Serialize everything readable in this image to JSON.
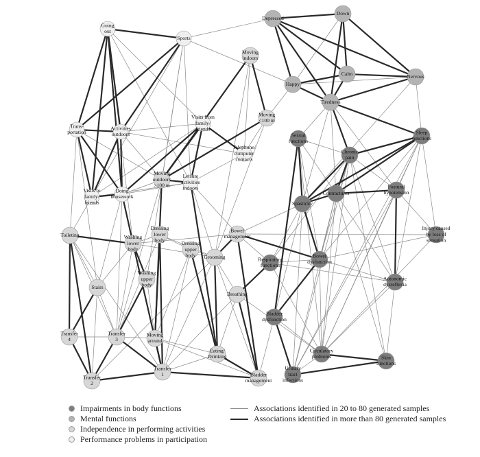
{
  "colors": {
    "body": "#7d7d7d",
    "mental": "#b4b4b4",
    "activity": "#d7d7d7",
    "participation": "#efefef",
    "thin_edge": "#8a8a8a",
    "thick_edge": "#2a2a2a"
  },
  "nodes": [
    {
      "id": "going_out",
      "label": [
        "Going",
        "out"
      ],
      "cat": "participation"
    },
    {
      "id": "sports",
      "label": [
        "Sports"
      ],
      "cat": "participation"
    },
    {
      "id": "transportation",
      "label": [
        "Trans-",
        "portation"
      ],
      "cat": "participation"
    },
    {
      "id": "activities_outdoors",
      "label": [
        "Activities",
        "outdoors"
      ],
      "cat": "participation"
    },
    {
      "id": "visits_to",
      "label": [
        "Visits to",
        "family/",
        "friends"
      ],
      "cat": "participation"
    },
    {
      "id": "doing_housework",
      "label": [
        "Doing",
        "housework"
      ],
      "cat": "participation"
    },
    {
      "id": "visits_from",
      "label": [
        "Visits from",
        "family/",
        "friends"
      ],
      "cat": "participation"
    },
    {
      "id": "moving_outdoors",
      "label": [
        "Moving",
        "outdoors",
        ">100 m"
      ],
      "cat": "activity"
    },
    {
      "id": "leisure",
      "label": [
        "Leisure",
        "activities",
        "indoors"
      ],
      "cat": "participation"
    },
    {
      "id": "telephone",
      "label": [
        "Telephone/",
        "computer",
        "contacts"
      ],
      "cat": "participation"
    },
    {
      "id": "moving_indoors",
      "label": [
        "Moving",
        "indoors"
      ],
      "cat": "activity"
    },
    {
      "id": "moving_100",
      "label": [
        "Moving",
        "<100 m"
      ],
      "cat": "activity"
    },
    {
      "id": "depressed",
      "label": [
        "Depressed"
      ],
      "cat": "mental"
    },
    {
      "id": "down",
      "label": [
        "Down"
      ],
      "cat": "mental"
    },
    {
      "id": "happy",
      "label": [
        "Happy"
      ],
      "cat": "mental"
    },
    {
      "id": "calm",
      "label": [
        "Calm"
      ],
      "cat": "mental"
    },
    {
      "id": "nervous",
      "label": [
        "Nervous"
      ],
      "cat": "mental"
    },
    {
      "id": "tiredness",
      "label": [
        "Tiredness"
      ],
      "cat": "mental"
    },
    {
      "id": "sleep",
      "label": [
        "Sleep",
        "functions"
      ],
      "cat": "body"
    },
    {
      "id": "sexual",
      "label": [
        "Sexual",
        "functions"
      ],
      "cat": "body"
    },
    {
      "id": "chronic_pain",
      "label": [
        "Chronic",
        "pain"
      ],
      "cat": "body"
    },
    {
      "id": "contractures",
      "label": [
        "Contractures"
      ],
      "cat": "body"
    },
    {
      "id": "spasticity",
      "label": [
        "Spasticity"
      ],
      "cat": "body"
    },
    {
      "id": "postural",
      "label": [
        "Postural",
        "hypotension"
      ],
      "cat": "body"
    },
    {
      "id": "injury",
      "label": [
        "Injury caused",
        "by loss of",
        "sensation"
      ],
      "cat": "body"
    },
    {
      "id": "toileting",
      "label": [
        "Toileting"
      ],
      "cat": "activity"
    },
    {
      "id": "washing_lower",
      "label": [
        "Washing",
        "lower",
        "body"
      ],
      "cat": "activity"
    },
    {
      "id": "dressing_lower",
      "label": [
        "Dressing",
        "lower",
        "body"
      ],
      "cat": "activity"
    },
    {
      "id": "dressing_upper",
      "label": [
        "Dressing",
        "upper",
        "body"
      ],
      "cat": "activity"
    },
    {
      "id": "grooming",
      "label": [
        "Grooming"
      ],
      "cat": "activity"
    },
    {
      "id": "bowel_mgmt",
      "label": [
        "Bowel",
        "management"
      ],
      "cat": "activity"
    },
    {
      "id": "respiratory",
      "label": [
        "Respiratory",
        "functions"
      ],
      "cat": "body"
    },
    {
      "id": "bowel_dys",
      "label": [
        "Bowel",
        "dysfunction"
      ],
      "cat": "body"
    },
    {
      "id": "autonomic",
      "label": [
        "Autonomic",
        "dysreflexia"
      ],
      "cat": "body"
    },
    {
      "id": "stairs",
      "label": [
        "Stairs"
      ],
      "cat": "activity"
    },
    {
      "id": "washing_upper",
      "label": [
        "Washing",
        "upper",
        "body"
      ],
      "cat": "activity"
    },
    {
      "id": "breathing",
      "label": [
        "Breathing"
      ],
      "cat": "activity"
    },
    {
      "id": "bladder_dys",
      "label": [
        "Bladder",
        "dysfunction"
      ],
      "cat": "body"
    },
    {
      "id": "transfer4",
      "label": [
        "Transfer",
        "4"
      ],
      "cat": "activity"
    },
    {
      "id": "transfer3",
      "label": [
        "Transfer",
        "3"
      ],
      "cat": "activity"
    },
    {
      "id": "moving_around",
      "label": [
        "Moving",
        "around"
      ],
      "cat": "activity"
    },
    {
      "id": "eating",
      "label": [
        "Eating/",
        "Drinking"
      ],
      "cat": "activity"
    },
    {
      "id": "circulatory",
      "label": [
        "Circulatory",
        "problems"
      ],
      "cat": "body"
    },
    {
      "id": "skin",
      "label": [
        "Skin",
        "functions"
      ],
      "cat": "body"
    },
    {
      "id": "transfer2",
      "label": [
        "Transfer",
        "2"
      ],
      "cat": "activity"
    },
    {
      "id": "transfer1",
      "label": [
        "Transfer",
        "1"
      ],
      "cat": "activity"
    },
    {
      "id": "bladder_mgmt",
      "label": [
        "Bladder",
        "management"
      ],
      "cat": "activity"
    },
    {
      "id": "uti",
      "label": [
        "Urinary",
        "tract",
        "infections"
      ],
      "cat": "body"
    }
  ],
  "edges": [
    [
      "going_out",
      "sports",
      1
    ],
    [
      "going_out",
      "transportation",
      1
    ],
    [
      "going_out",
      "activities_outdoors",
      1
    ],
    [
      "going_out",
      "visits_to",
      1
    ],
    [
      "going_out",
      "doing_housework",
      1
    ],
    [
      "going_out",
      "visits_from",
      0
    ],
    [
      "going_out",
      "leisure",
      0
    ],
    [
      "going_out",
      "washing_lower",
      0
    ],
    [
      "sports",
      "transportation",
      1
    ],
    [
      "sports",
      "activities_outdoors",
      1
    ],
    [
      "sports",
      "depressed",
      0
    ],
    [
      "sports",
      "leisure",
      0
    ],
    [
      "sports",
      "visits_to",
      0
    ],
    [
      "sports",
      "moving_outdoors",
      0
    ],
    [
      "sports",
      "washing_upper",
      0
    ],
    [
      "sports",
      "happy",
      0
    ],
    [
      "transportation",
      "activities_outdoors",
      1
    ],
    [
      "transportation",
      "visits_to",
      1
    ],
    [
      "transportation",
      "doing_housework",
      1
    ],
    [
      "transportation",
      "toileting",
      0
    ],
    [
      "transportation",
      "stairs",
      0
    ],
    [
      "transportation",
      "moving_outdoors",
      0
    ],
    [
      "activities_outdoors",
      "visits_to",
      1
    ],
    [
      "activities_outdoors",
      "doing_housework",
      1
    ],
    [
      "activities_outdoors",
      "telephone",
      0
    ],
    [
      "activities_outdoors",
      "visits_from",
      0
    ],
    [
      "activities_outdoors",
      "moving_outdoors",
      0
    ],
    [
      "visits_to",
      "doing_housework",
      1
    ],
    [
      "visits_to",
      "toileting",
      0
    ],
    [
      "visits_to",
      "visits_from",
      0
    ],
    [
      "visits_to",
      "leisure",
      0
    ],
    [
      "doing_housework",
      "washing_lower",
      1
    ],
    [
      "doing_housework",
      "moving_outdoors",
      0
    ],
    [
      "doing_housework",
      "stairs",
      0
    ],
    [
      "doing_housework",
      "transfer3",
      0
    ],
    [
      "doing_housework",
      "leisure",
      0
    ],
    [
      "visits_from",
      "leisure",
      1
    ],
    [
      "visits_from",
      "telephone",
      1
    ],
    [
      "visits_from",
      "moving_outdoors",
      1
    ],
    [
      "visits_from",
      "doing_housework",
      1
    ],
    [
      "moving_outdoors",
      "leisure",
      1
    ],
    [
      "moving_outdoors",
      "moving_around",
      1
    ],
    [
      "moving_outdoors",
      "moving_100",
      1
    ],
    [
      "moving_outdoors",
      "dressing_lower",
      0
    ],
    [
      "moving_outdoors",
      "transfer3",
      0
    ],
    [
      "leisure",
      "eating",
      1
    ],
    [
      "leisure",
      "telephone",
      0
    ],
    [
      "leisure",
      "grooming",
      0
    ],
    [
      "leisure",
      "bowel_mgmt",
      0
    ],
    [
      "moving_indoors",
      "moving_100",
      1
    ],
    [
      "moving_indoors",
      "moving_outdoors",
      1
    ],
    [
      "moving_indoors",
      "telephone",
      0
    ],
    [
      "moving_indoors",
      "grooming",
      0
    ],
    [
      "moving_100",
      "telephone",
      0
    ],
    [
      "moving_100",
      "grooming",
      0
    ],
    [
      "depressed",
      "down",
      1
    ],
    [
      "depressed",
      "happy",
      1
    ],
    [
      "depressed",
      "calm",
      1
    ],
    [
      "depressed",
      "nervous",
      1
    ],
    [
      "depressed",
      "tiredness",
      1
    ],
    [
      "down",
      "calm",
      1
    ],
    [
      "down",
      "nervous",
      1
    ],
    [
      "down",
      "tiredness",
      1
    ],
    [
      "down",
      "happy",
      0
    ],
    [
      "happy",
      "calm",
      1
    ],
    [
      "happy",
      "tiredness",
      1
    ],
    [
      "happy",
      "nervous",
      0
    ],
    [
      "happy",
      "moving_100",
      0
    ],
    [
      "calm",
      "nervous",
      1
    ],
    [
      "calm",
      "tiredness",
      1
    ],
    [
      "nervous",
      "tiredness",
      1
    ],
    [
      "nervous",
      "sleep",
      0
    ],
    [
      "nervous",
      "spasticity",
      0
    ],
    [
      "tiredness",
      "sleep",
      1
    ],
    [
      "tiredness",
      "chronic_pain",
      1
    ],
    [
      "tiredness",
      "contractures",
      0
    ],
    [
      "tiredness",
      "spasticity",
      0
    ],
    [
      "tiredness",
      "sexual",
      0
    ],
    [
      "tiredness",
      "autonomic",
      0
    ],
    [
      "tiredness",
      "postural",
      0
    ],
    [
      "sleep",
      "chronic_pain",
      1
    ],
    [
      "sleep",
      "contractures",
      1
    ],
    [
      "sleep",
      "spasticity",
      1
    ],
    [
      "sleep",
      "autonomic",
      0
    ],
    [
      "sleep",
      "injury",
      0
    ],
    [
      "sleep",
      "postural",
      0
    ],
    [
      "sleep",
      "bowel_dys",
      0
    ],
    [
      "sleep",
      "uti",
      0
    ],
    [
      "sleep",
      "circulatory",
      0
    ],
    [
      "sexual",
      "spasticity",
      1
    ],
    [
      "sexual",
      "bladder_dys",
      1
    ],
    [
      "sexual",
      "contractures",
      0
    ],
    [
      "sexual",
      "bowel_dys",
      0
    ],
    [
      "sexual",
      "chronic_pain",
      0
    ],
    [
      "sexual",
      "circulatory",
      0
    ],
    [
      "chronic_pain",
      "contractures",
      1
    ],
    [
      "chronic_pain",
      "spasticity",
      1
    ],
    [
      "chronic_pain",
      "postural",
      0
    ],
    [
      "chronic_pain",
      "respiratory",
      0
    ],
    [
      "chronic_pain",
      "bowel_dys",
      0
    ],
    [
      "chronic_pain",
      "circulatory",
      0
    ],
    [
      "chronic_pain",
      "skin",
      0
    ],
    [
      "chronic_pain",
      "uti",
      0
    ],
    [
      "contractures",
      "spasticity",
      1
    ],
    [
      "contractures",
      "postural",
      1
    ],
    [
      "contractures",
      "bowel_dys",
      0
    ],
    [
      "contractures",
      "autonomic",
      0
    ],
    [
      "contractures",
      "uti",
      0
    ],
    [
      "contractures",
      "skin",
      0
    ],
    [
      "contractures",
      "circulatory",
      0
    ],
    [
      "spasticity",
      "bowel_dys",
      1
    ],
    [
      "spasticity",
      "respiratory",
      0
    ],
    [
      "spasticity",
      "bladder_dys",
      0
    ],
    [
      "spasticity",
      "uti",
      0
    ],
    [
      "spasticity",
      "bowel_mgmt",
      0
    ],
    [
      "postural",
      "autonomic",
      1
    ],
    [
      "postural",
      "circulatory",
      0
    ],
    [
      "postural",
      "injury",
      0
    ],
    [
      "postural",
      "uti",
      0
    ],
    [
      "injury",
      "bowel_mgmt",
      0
    ],
    [
      "injury",
      "circulatory",
      0
    ],
    [
      "toileting",
      "washing_lower",
      1
    ],
    [
      "toileting",
      "transfer4",
      1
    ],
    [
      "toileting",
      "transfer2",
      1
    ],
    [
      "toileting",
      "stairs",
      0
    ],
    [
      "toileting",
      "transfer3",
      0
    ],
    [
      "toileting",
      "transfer1",
      0
    ],
    [
      "washing_lower",
      "washing_upper",
      1
    ],
    [
      "washing_lower",
      "dressing_lower",
      0
    ],
    [
      "washing_lower",
      "grooming",
      0
    ],
    [
      "washing_lower",
      "stairs",
      0
    ],
    [
      "washing_lower",
      "transfer3",
      0
    ],
    [
      "washing_lower",
      "transfer1",
      1
    ],
    [
      "dressing_lower",
      "dressing_upper",
      0
    ],
    [
      "dressing_lower",
      "transfer1",
      1
    ],
    [
      "dressing_lower",
      "transfer3",
      0
    ],
    [
      "dressing_lower",
      "moving_around",
      1
    ],
    [
      "dressing_lower",
      "grooming",
      0
    ],
    [
      "dressing_upper",
      "eating",
      1
    ],
    [
      "dressing_upper",
      "grooming",
      0
    ],
    [
      "dressing_upper",
      "transfer1",
      0
    ],
    [
      "dressing_upper",
      "moving_around",
      0
    ],
    [
      "grooming",
      "bowel_mgmt",
      1
    ],
    [
      "grooming",
      "eating",
      1
    ],
    [
      "grooming",
      "breathing",
      0
    ],
    [
      "grooming",
      "transfer1",
      0
    ],
    [
      "grooming",
      "transfer2",
      0
    ],
    [
      "grooming",
      "bladder_mgmt",
      0
    ],
    [
      "bowel_mgmt",
      "bowel_dys",
      1
    ],
    [
      "bowel_mgmt",
      "respiratory",
      0
    ],
    [
      "bowel_mgmt",
      "bladder_mgmt",
      1
    ],
    [
      "bowel_mgmt",
      "washing_lower",
      0
    ],
    [
      "respiratory",
      "breathing",
      1
    ],
    [
      "respiratory",
      "bowel_dys",
      0
    ],
    [
      "respiratory",
      "autonomic",
      0
    ],
    [
      "respiratory",
      "circulatory",
      0
    ],
    [
      "bowel_dys",
      "bladder_dys",
      1
    ],
    [
      "bowel_dys",
      "autonomic",
      0
    ],
    [
      "bowel_dys",
      "circulatory",
      0
    ],
    [
      "bowel_dys",
      "injury",
      0
    ],
    [
      "autonomic",
      "circulatory",
      0
    ],
    [
      "autonomic",
      "skin",
      0
    ],
    [
      "stairs",
      "transfer4",
      1
    ],
    [
      "stairs",
      "transfer2",
      0
    ],
    [
      "stairs",
      "transfer3",
      0
    ],
    [
      "washing_upper",
      "transfer3",
      1
    ],
    [
      "washing_upper",
      "moving_around",
      0
    ],
    [
      "breathing",
      "bladder_mgmt",
      1
    ],
    [
      "breathing",
      "eating",
      0
    ],
    [
      "breathing",
      "transfer1",
      0
    ],
    [
      "breathing",
      "circulatory",
      0
    ],
    [
      "bladder_dys",
      "uti",
      1
    ],
    [
      "bladder_dys",
      "circulatory",
      0
    ],
    [
      "bladder_dys",
      "bladder_mgmt",
      0
    ],
    [
      "transfer4",
      "transfer2",
      1
    ],
    [
      "transfer4",
      "transfer3",
      0
    ],
    [
      "transfer3",
      "transfer2",
      1
    ],
    [
      "transfer3",
      "transfer1",
      1
    ],
    [
      "transfer3",
      "moving_around",
      0
    ],
    [
      "moving_around",
      "transfer1",
      1
    ],
    [
      "moving_around",
      "eating",
      0
    ],
    [
      "moving_around",
      "bladder_mgmt",
      0
    ],
    [
      "eating",
      "bladder_mgmt",
      1
    ],
    [
      "eating",
      "transfer1",
      0
    ],
    [
      "circulatory",
      "skin",
      1
    ],
    [
      "circulatory",
      "uti",
      0
    ],
    [
      "skin",
      "uti",
      1
    ],
    [
      "transfer2",
      "transfer1",
      1
    ],
    [
      "transfer1",
      "bladder_mgmt",
      1
    ]
  ],
  "legend": {
    "categories": [
      {
        "label": "Impairments in body functions",
        "cat": "body"
      },
      {
        "label": "Mental functions",
        "cat": "mental"
      },
      {
        "label": "Independence in performing activities",
        "cat": "activity"
      },
      {
        "label": "Performance problems in participation",
        "cat": "participation"
      }
    ],
    "lines": [
      {
        "label": "Associations identified in 20 to 80 generated samples",
        "thick": false
      },
      {
        "label": "Associations identified in more than 80 generated samples",
        "thick": true
      }
    ]
  }
}
